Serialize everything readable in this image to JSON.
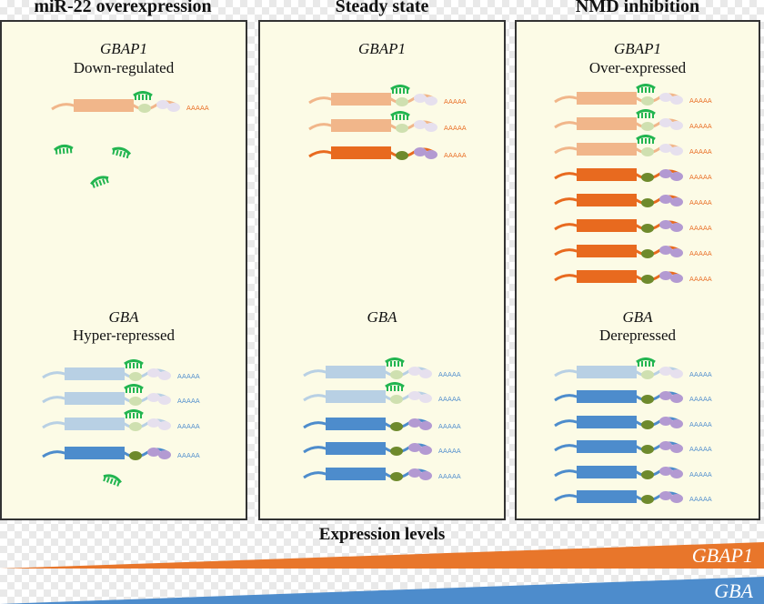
{
  "columns": [
    {
      "title": "miR-22 overexpression",
      "gbap1": {
        "name": "GBAP1",
        "status": "Down-regulated"
      },
      "gba": {
        "name": "GBA",
        "status": "Hyper-repressed"
      }
    },
    {
      "title": "Steady state",
      "gbap1": {
        "name": "GBAP1",
        "status": ""
      },
      "gba": {
        "name": "GBA",
        "status": ""
      }
    },
    {
      "title": "NMD inhibition",
      "gbap1": {
        "name": "GBAP1",
        "status": "Over-expressed"
      },
      "gba": {
        "name": "GBA",
        "status": "Derepressed"
      }
    }
  ],
  "polyA_label": "AAAAA",
  "expression": {
    "title": "Expression levels",
    "series": [
      {
        "name": "GBAP1",
        "color": "#e8762b"
      },
      {
        "name": "GBA",
        "color": "#4d8ccc"
      }
    ]
  },
  "colors": {
    "gbap1_bound": "#f1b68a",
    "gbap1_free": "#e86a1f",
    "gba_bound": "#b8d0e4",
    "gba_free": "#4d8ccc",
    "mirna": "#22b550"
  }
}
